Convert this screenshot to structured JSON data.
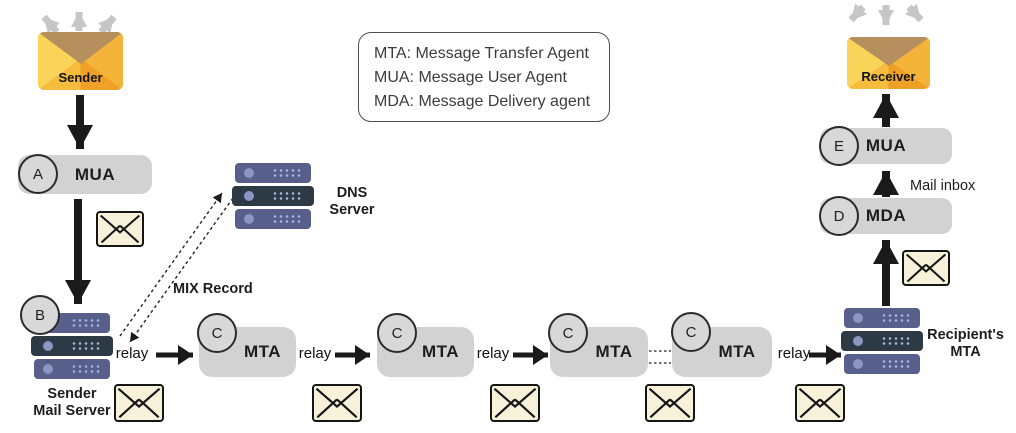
{
  "legend": {
    "line1": "MTA: Message Transfer Agent",
    "line2": "MUA: Message User Agent",
    "line3": "MDA: Message Delivery agent"
  },
  "endpoints": {
    "sender_label": "Sender",
    "receiver_label": "Receiver"
  },
  "nodes": {
    "mua_sender": {
      "badge": "A",
      "label": "MUA"
    },
    "sender_server": {
      "badge": "B",
      "label": "Sender\nMail Server"
    },
    "dns_server": {
      "label": "DNS\nServer"
    },
    "mta": {
      "badge": "C",
      "label": "MTA"
    },
    "recipient_server": {
      "label": "Recipient's\nMTA"
    },
    "mda": {
      "badge": "D",
      "label": "MDA"
    },
    "mua_receiver": {
      "badge": "E",
      "label": "MUA"
    }
  },
  "labels": {
    "relay": "relay",
    "mix_record": "MIX Record",
    "mail_inbox": "Mail inbox"
  },
  "icons": {
    "message-envelope-icon": "closed envelope, cream fill, black outline",
    "sender-envelope-icon": "orange envelope",
    "receiver-envelope-icon": "orange envelope",
    "server-rack-icon": "3-row server rack, slate blue",
    "broadcast-arrows-icon": "three gray outward arrows"
  },
  "colors": {
    "node_box": "#d2d2d2",
    "badge_fill": "#d8d8d8",
    "server_light": "#575f8a",
    "server_dark": "#2d3944",
    "envelope_cream": "#f8f1da",
    "envelope_orange": "#efa127",
    "envelope_flap": "#b68f5f",
    "arrow_black": "#1a1a1a",
    "arrow_gray": "#c6c6c6"
  }
}
